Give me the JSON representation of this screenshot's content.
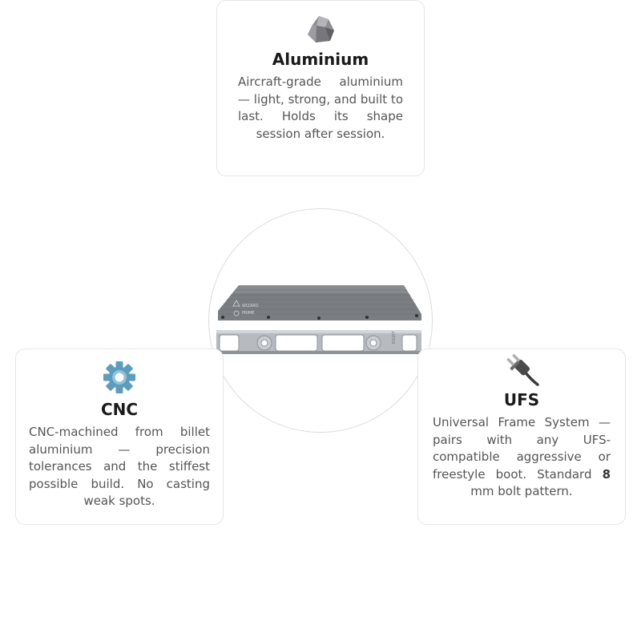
{
  "features": {
    "aluminium": {
      "icon": "rock-icon",
      "title": "Aluminium",
      "description": "Aircraft-grade aluminium — light, strong, and built to last. Holds its shape session after session."
    },
    "cnc": {
      "icon": "gear-icon",
      "title": "CNC",
      "description": "CNC-machined from billet aluminium — precision tolerances and the stiffest possible build. No casting weak spots."
    },
    "ufs": {
      "icon": "plug-icon",
      "title": "UFS",
      "description_before": "Universal Frame System — pairs with any UFS-compatible aggressive or freestyle boot. Standard ",
      "bolt_size": "8",
      "description_after": " mm bolt pattern."
    }
  },
  "product": {
    "image": "skate-frame-image",
    "brand_mark": "WIZARD",
    "model_mark": "PRIME",
    "side_mark": "RIGHT"
  },
  "colors": {
    "frame_body": "#7a7e83",
    "frame_edge": "#9ea2a6",
    "card_border": "#e6e6e6",
    "title": "#1a1a1a",
    "text": "#555555"
  }
}
